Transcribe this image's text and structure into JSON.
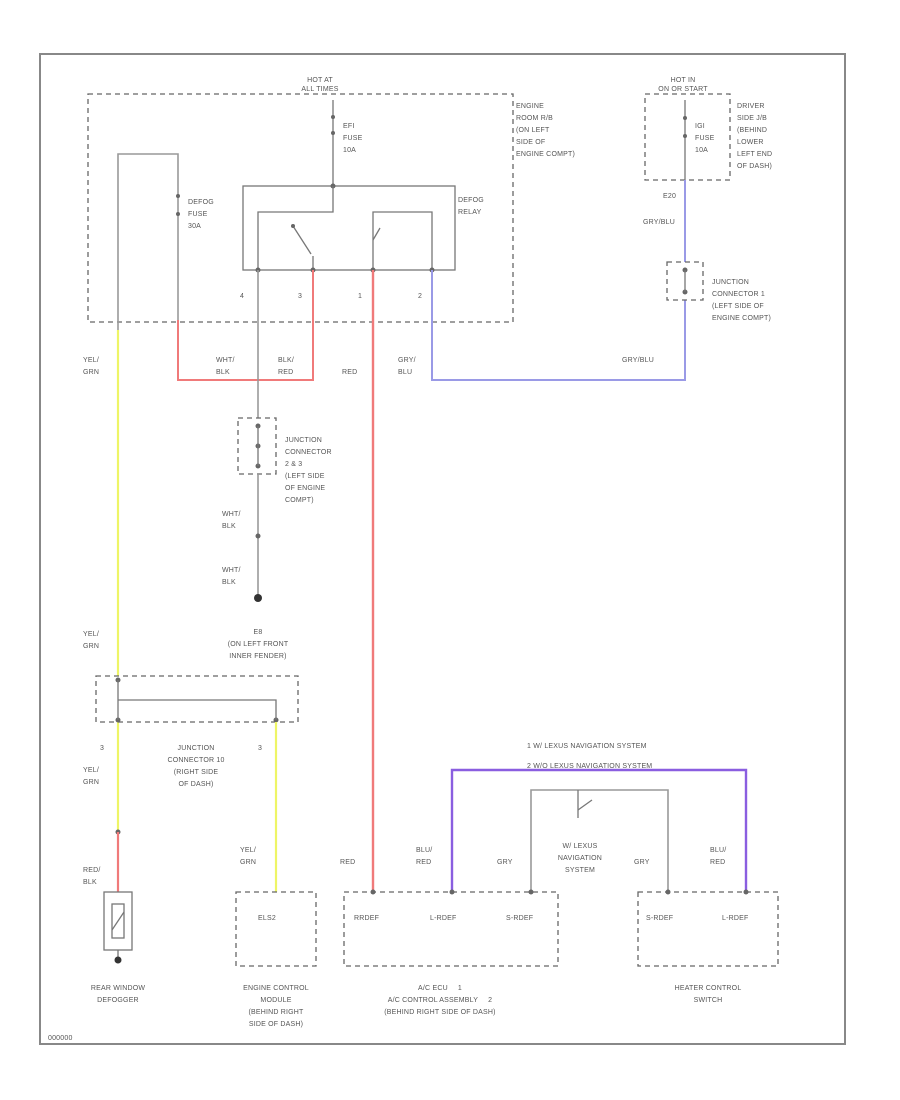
{
  "colors": {
    "yel_grn": "#eef566",
    "red": "#f07a7a",
    "gry_blu": "#9a9ae6",
    "blu_red": "#8a5ee0",
    "wire_grey": "#999999",
    "outline": "#666666"
  },
  "labels": {
    "hot_at_all_times": [
      "HOT AT",
      "ALL TIMES"
    ],
    "hot_in_on": [
      "HOT IN",
      "ON OR START"
    ],
    "efi_fuse": [
      "EFI",
      "FUSE",
      "10A"
    ],
    "defog_fuse": [
      "DEFOG",
      "FUSE",
      "30A"
    ],
    "engine_room_rb": [
      "ENGINE",
      "ROOM R/B",
      "(ON LEFT",
      "SIDE OF",
      "ENGINE COMPT)"
    ],
    "defog_relay": [
      "DEFOG",
      "RELAY"
    ],
    "relay_pins": [
      "4",
      "3",
      "1",
      "2"
    ],
    "igi_fuse": [
      "IGI",
      "FUSE",
      "10A"
    ],
    "driver_side_jb": [
      "DRIVER",
      "SIDE J/B",
      "(BEHIND",
      "LOWER",
      "LEFT END",
      "OF DASH)"
    ],
    "e20": "E20",
    "gry_blu": "GRY/BLU",
    "junction_connector_1": [
      "JUNCTION",
      "CONNECTOR 1",
      "(LEFT SIDE OF",
      "ENGINE COMPT)"
    ],
    "yel_grn": [
      "YEL/",
      "GRN"
    ],
    "wht_blk": [
      "WHT/",
      "BLK"
    ],
    "blk_red": [
      "BLK/",
      "RED"
    ],
    "red": "RED",
    "gry_blu_2": [
      "GRY/",
      "BLU"
    ],
    "junction_connector_2_3": [
      "JUNCTION",
      "CONNECTOR",
      "2 & 3",
      "(LEFT SIDE",
      "OF ENGINE",
      "COMPT)"
    ],
    "ground_e8": [
      "E8",
      "(ON LEFT FRONT",
      "INNER FENDER)"
    ],
    "junction_connector_10": [
      "JUNCTION",
      "CONNECTOR 10",
      "(RIGHT SIDE",
      "OF DASH)"
    ],
    "red_blk": [
      "RED/",
      "BLK"
    ],
    "legend_1": "1    W/ LEXUS NAVIGATION SYSTEM",
    "legend_2": "2    W/O LEXUS NAVIGATION SYSTEM",
    "nav_system": [
      "W/ LEXUS",
      "NAVIGATION",
      "SYSTEM"
    ],
    "blu_red": [
      "BLU/",
      "RED"
    ],
    "gry": "GRY",
    "ecm_pin": "ELS2",
    "ac_pins": [
      "RRDEF",
      "L-RDEF",
      "S-RDEF"
    ],
    "heater_pins": [
      "S-RDEF",
      "L-RDEF"
    ],
    "rear_defogger": [
      "REAR WINDOW",
      "DEFOGGER"
    ],
    "ecm": [
      "ENGINE CONTROL",
      "MODULE",
      "(BEHIND RIGHT",
      "SIDE OF DASH)"
    ],
    "ac_ecu": [
      "A/C ECU",
      "1",
      "A/C CONTROL ASSEMBLY",
      "2",
      "(BEHIND RIGHT SIDE OF DASH)"
    ],
    "heater_switch": [
      "HEATER CONTROL",
      "SWITCH"
    ],
    "diagram_id": "000000"
  }
}
